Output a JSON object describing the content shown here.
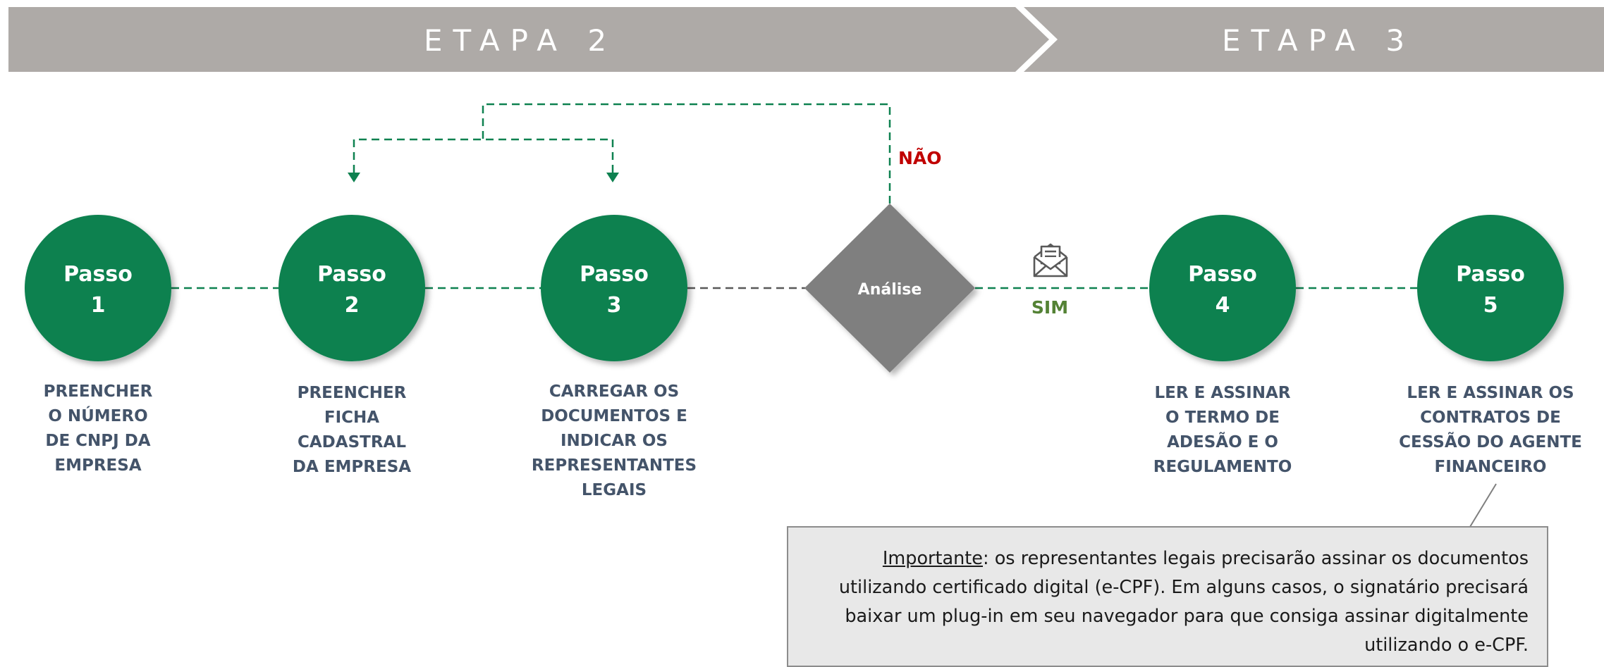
{
  "colors": {
    "banner": "#aeaaa7",
    "banner_text": "#ffffff",
    "step_fill": "#0e8150",
    "decision_fill": "#7f7f7f",
    "connector": "#0e8150",
    "connector_gray": "#595959",
    "no_label": "#c00000",
    "yes_label": "#548235",
    "description_text": "#44546a"
  },
  "stages": [
    {
      "label": "ETAPA 2"
    },
    {
      "label": "ETAPA 3"
    }
  ],
  "steps": [
    {
      "title": "Passo",
      "number": "1",
      "description": "PREENCHER\nO NÚMERO\nDE CNPJ DA\nEMPRESA"
    },
    {
      "title": "Passo",
      "number": "2",
      "description": "PREENCHER\nFICHA\nCADASTRAL\nDA EMPRESA"
    },
    {
      "title": "Passo",
      "number": "3",
      "description": "CARREGAR OS\nDOCUMENTOS E\nINDICAR OS\nREPRESENTANTES\nLEGAIS"
    },
    {
      "title": "Passo",
      "number": "4",
      "description": "LER E ASSINAR\nO TERMO DE\nADESÃO E O\nREGULAMENTO"
    },
    {
      "title": "Passo",
      "number": "5",
      "description": "LER E ASSINAR OS\nCONTRATOS DE\nCESSÃO DO AGENTE\nFINANCEIRO"
    }
  ],
  "decision": {
    "label": "Análise",
    "no_label": "NÃO",
    "yes_label": "SIM",
    "icon": "envelope-icon"
  },
  "note": {
    "label": "Importante",
    "text": ": os representantes legais precisarão assinar os documentos utilizando certificado digital (e-CPF). Em alguns casos, o signatário precisará baixar um plug-in em seu navegador para que consiga assinar digitalmente utilizando o e-CPF."
  }
}
